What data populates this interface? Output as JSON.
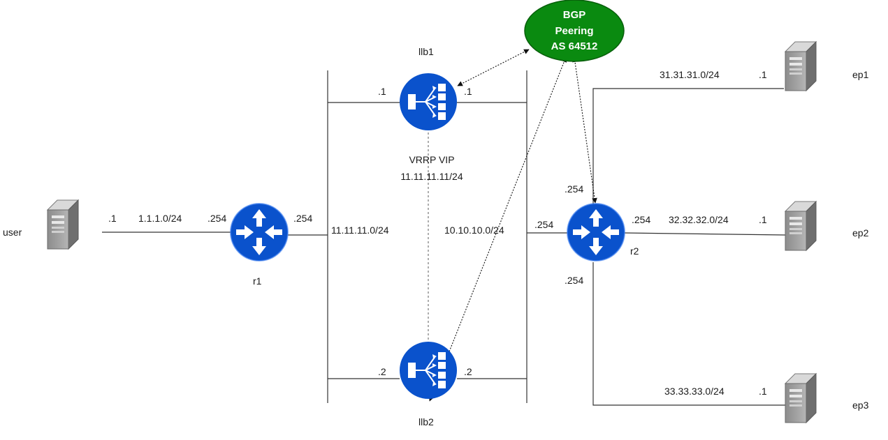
{
  "colors": {
    "device_blue": "#0a52cc",
    "bgp_fill": "#0a8a10",
    "line": "#333333",
    "server_body": "#9e9e9e"
  },
  "bgp": {
    "line1": "BGP",
    "line2": "Peering",
    "line3": "AS 64512"
  },
  "nodes": {
    "user": "user",
    "r1": "r1",
    "r2": "r2",
    "llb1": "llb1",
    "llb2": "llb2",
    "ep1": "ep1",
    "ep2": "ep2",
    "ep3": "ep3"
  },
  "vip": {
    "title": "VRRP VIP",
    "address": "11.11.11.11/24"
  },
  "networks": {
    "user_r1": "1.1.1.0/24",
    "bus1": "11.11.11.0/24",
    "bus2": "10.10.10.0/24",
    "ep1": "31.31.31.0/24",
    "ep2": "32.32.32.0/24",
    "ep3": "33.33.33.0/24"
  },
  "interfaces": {
    "user": ".1",
    "r1_left": ".254",
    "r1_right": ".254",
    "llb1_left": ".1",
    "llb1_right": ".1",
    "llb2_left": ".2",
    "llb2_right": ".2",
    "r2_top": ".254",
    "r2_left": ".254",
    "r2_right": ".254",
    "r2_bottom": ".254",
    "ep1": ".1",
    "ep2": ".1",
    "ep3": ".1"
  },
  "icons": {
    "router": "router-icon",
    "load_balancer": "load-balancer-icon",
    "server": "server-icon"
  }
}
